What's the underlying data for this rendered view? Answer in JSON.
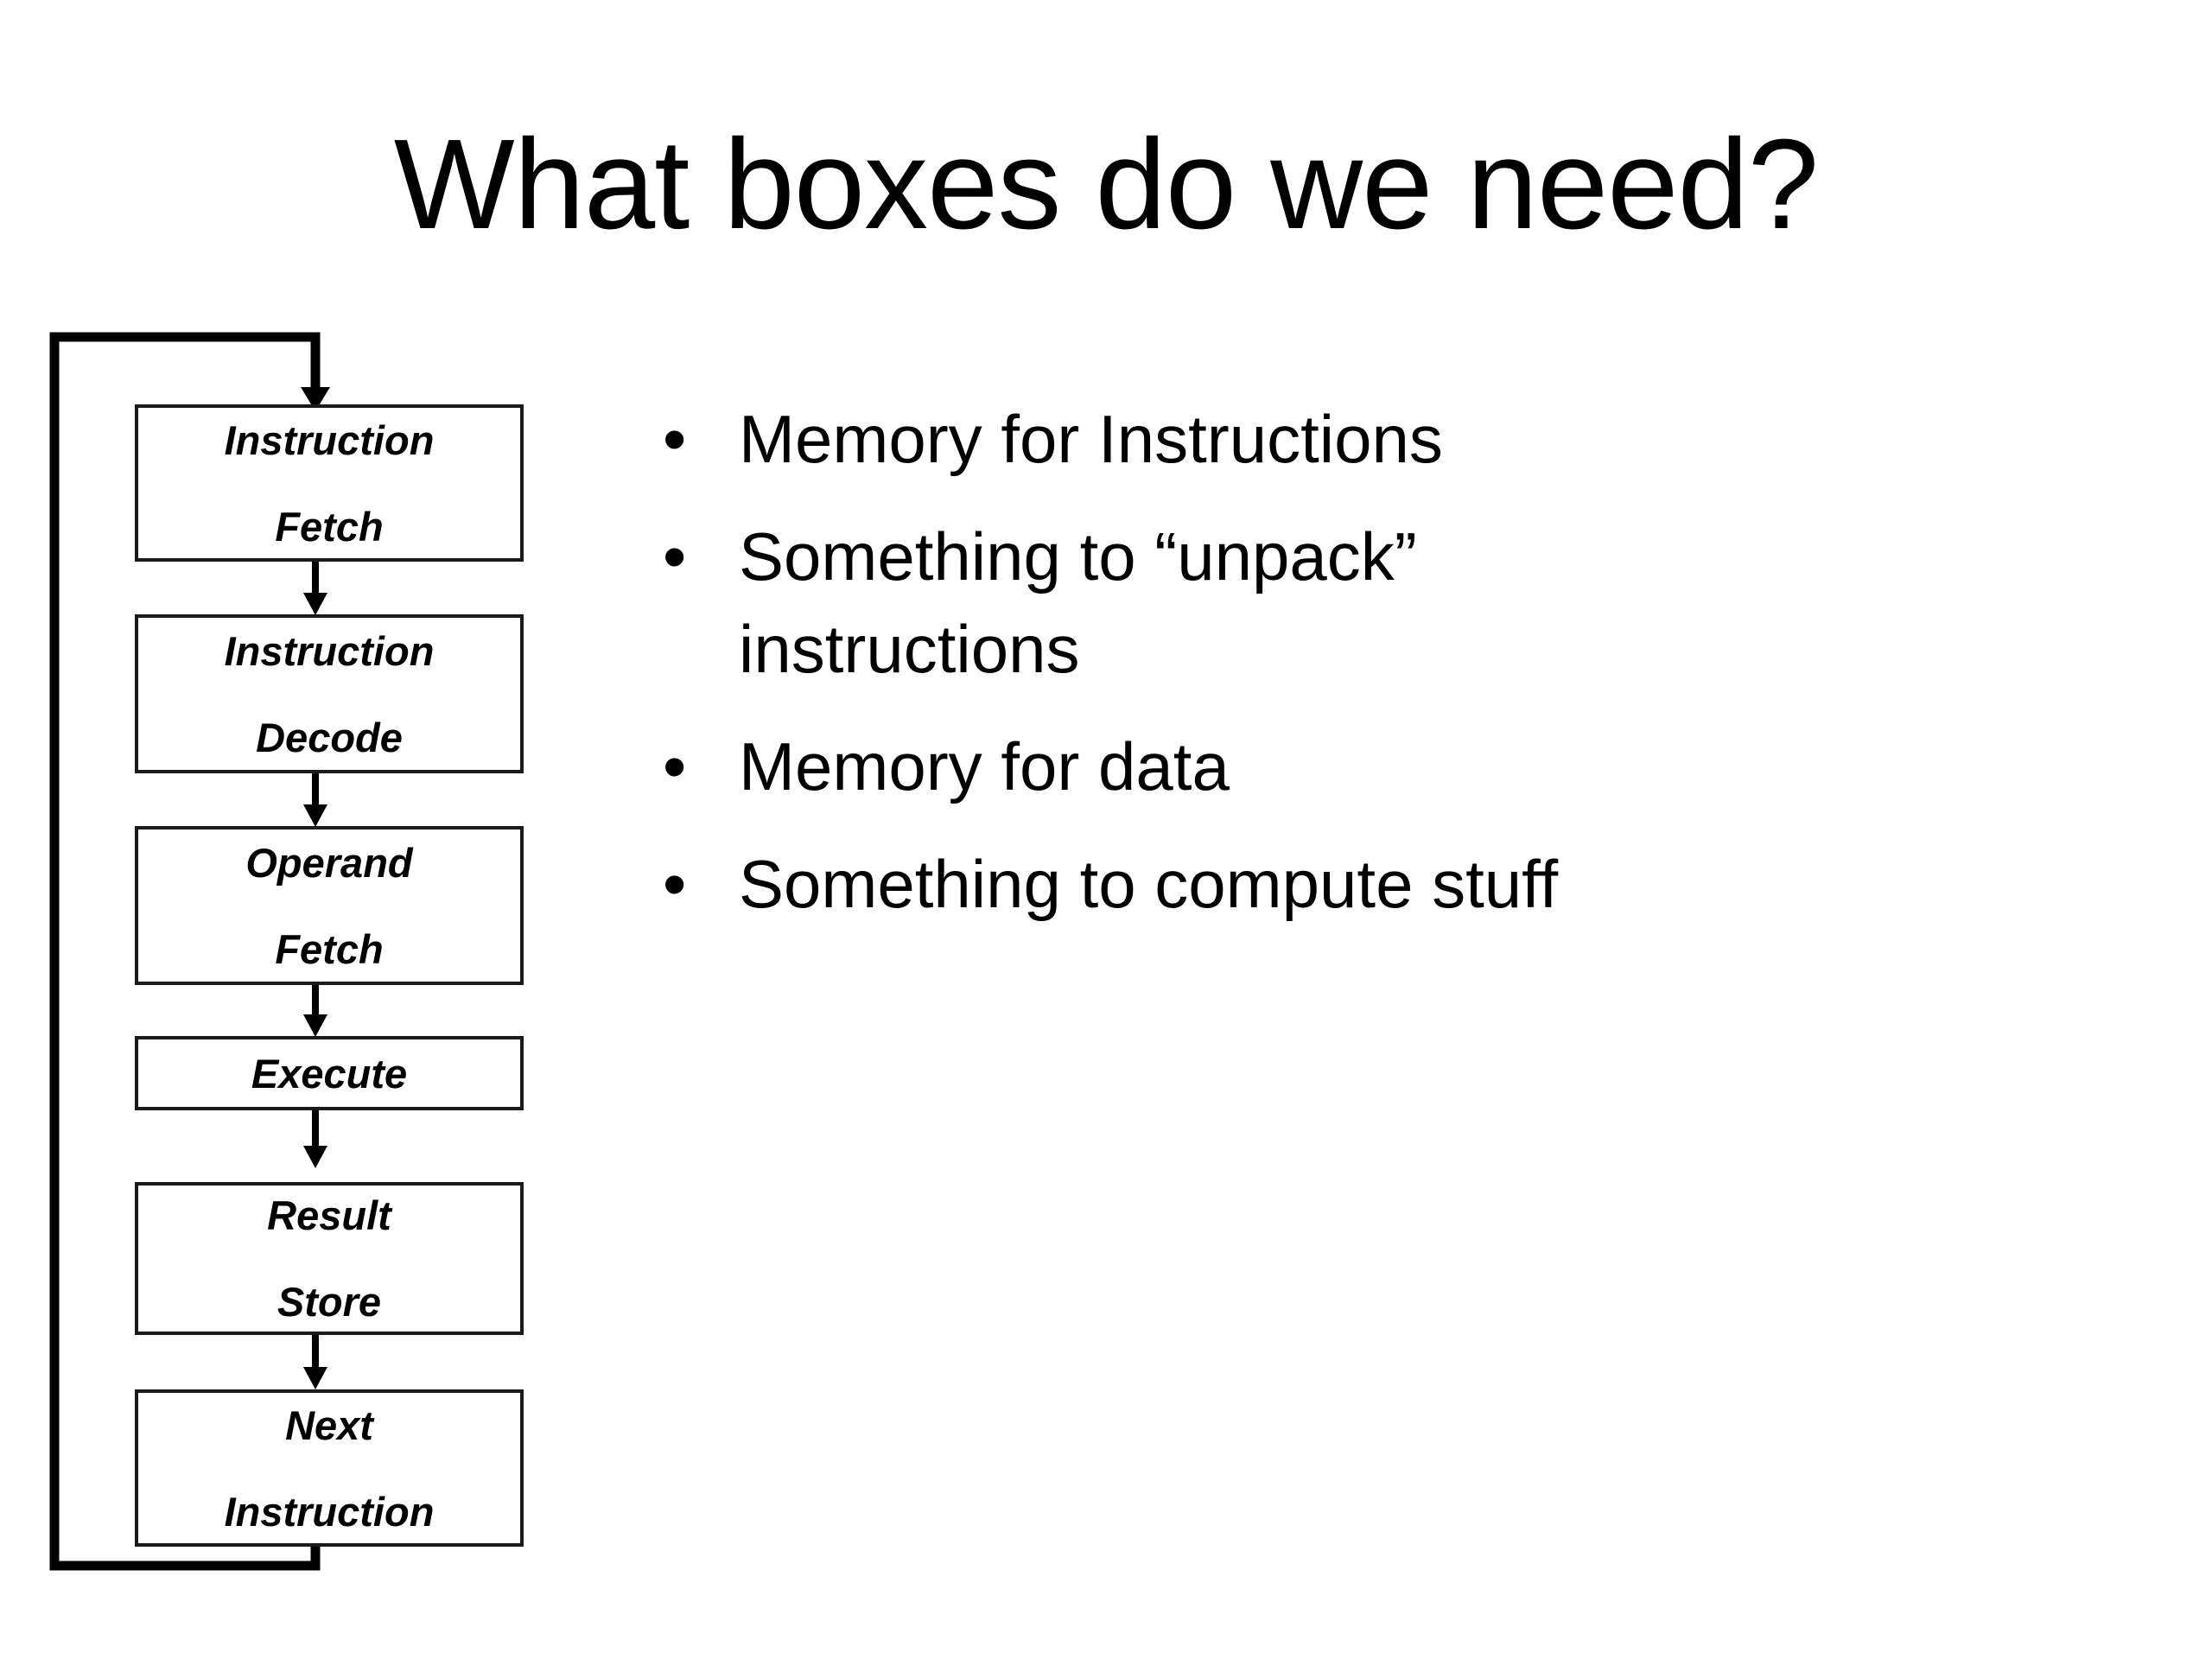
{
  "slide": {
    "title": "What boxes do we need?",
    "background_color": "#ffffff",
    "text_color": "#000000"
  },
  "flowchart": {
    "name": "instruction-cycle",
    "stroke_color": "#1a1a1a",
    "boxes": [
      {
        "id": "instruction-fetch",
        "lines": [
          "Instruction",
          "Fetch"
        ]
      },
      {
        "id": "instruction-decode",
        "lines": [
          "Instruction",
          "Decode"
        ]
      },
      {
        "id": "operand-fetch",
        "lines": [
          "Operand",
          "Fetch"
        ]
      },
      {
        "id": "execute",
        "lines": [
          "Execute"
        ]
      },
      {
        "id": "result-store",
        "lines": [
          "Result",
          "Store"
        ]
      },
      {
        "id": "next-instruction",
        "lines": [
          "Next",
          "Instruction"
        ]
      }
    ],
    "feedback_loop_label": "next-instruction-back-to-instruction-fetch"
  },
  "bullets": {
    "marker": "•",
    "items": [
      "Memory for Instructions",
      "Something to “unpack” instructions",
      "Memory for data",
      "Something to compute stuff"
    ]
  }
}
